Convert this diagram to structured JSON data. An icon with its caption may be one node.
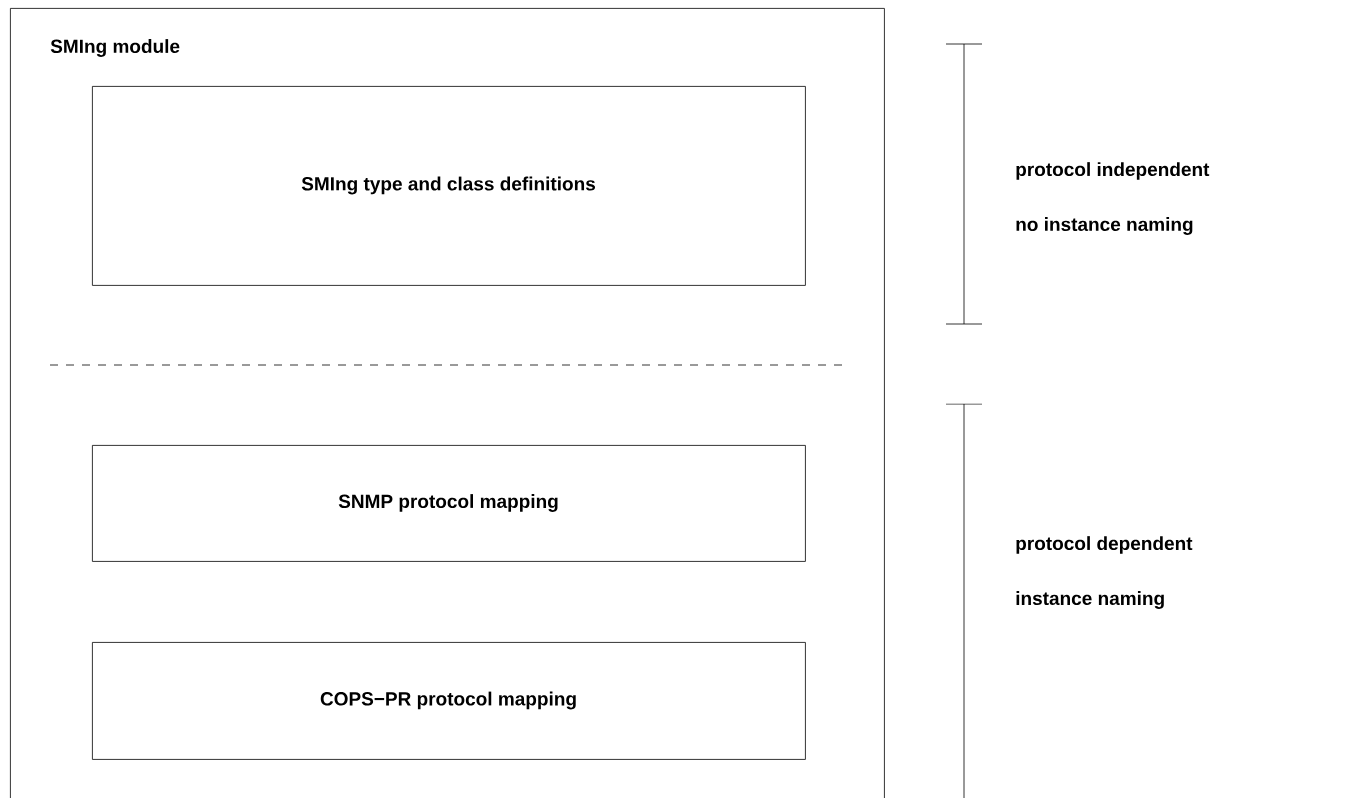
{
  "diagram": {
    "nodes": [
      {
        "text": [
          "SMIng module"
        ]
      },
      {
        "text": [
          "SMIng type and class definitions"
        ],
        "in": 0
      },
      {
        "text": [
          "SNMP protocol mapping"
        ],
        "in": 0
      },
      {
        "text": [
          "COPS−PR protocol mapping"
        ],
        "in": 0
      }
    ],
    "labels": [
      "protocol independent",
      "no instance naming",
      "protocol dependent",
      "instance naming"
    ]
  }
}
